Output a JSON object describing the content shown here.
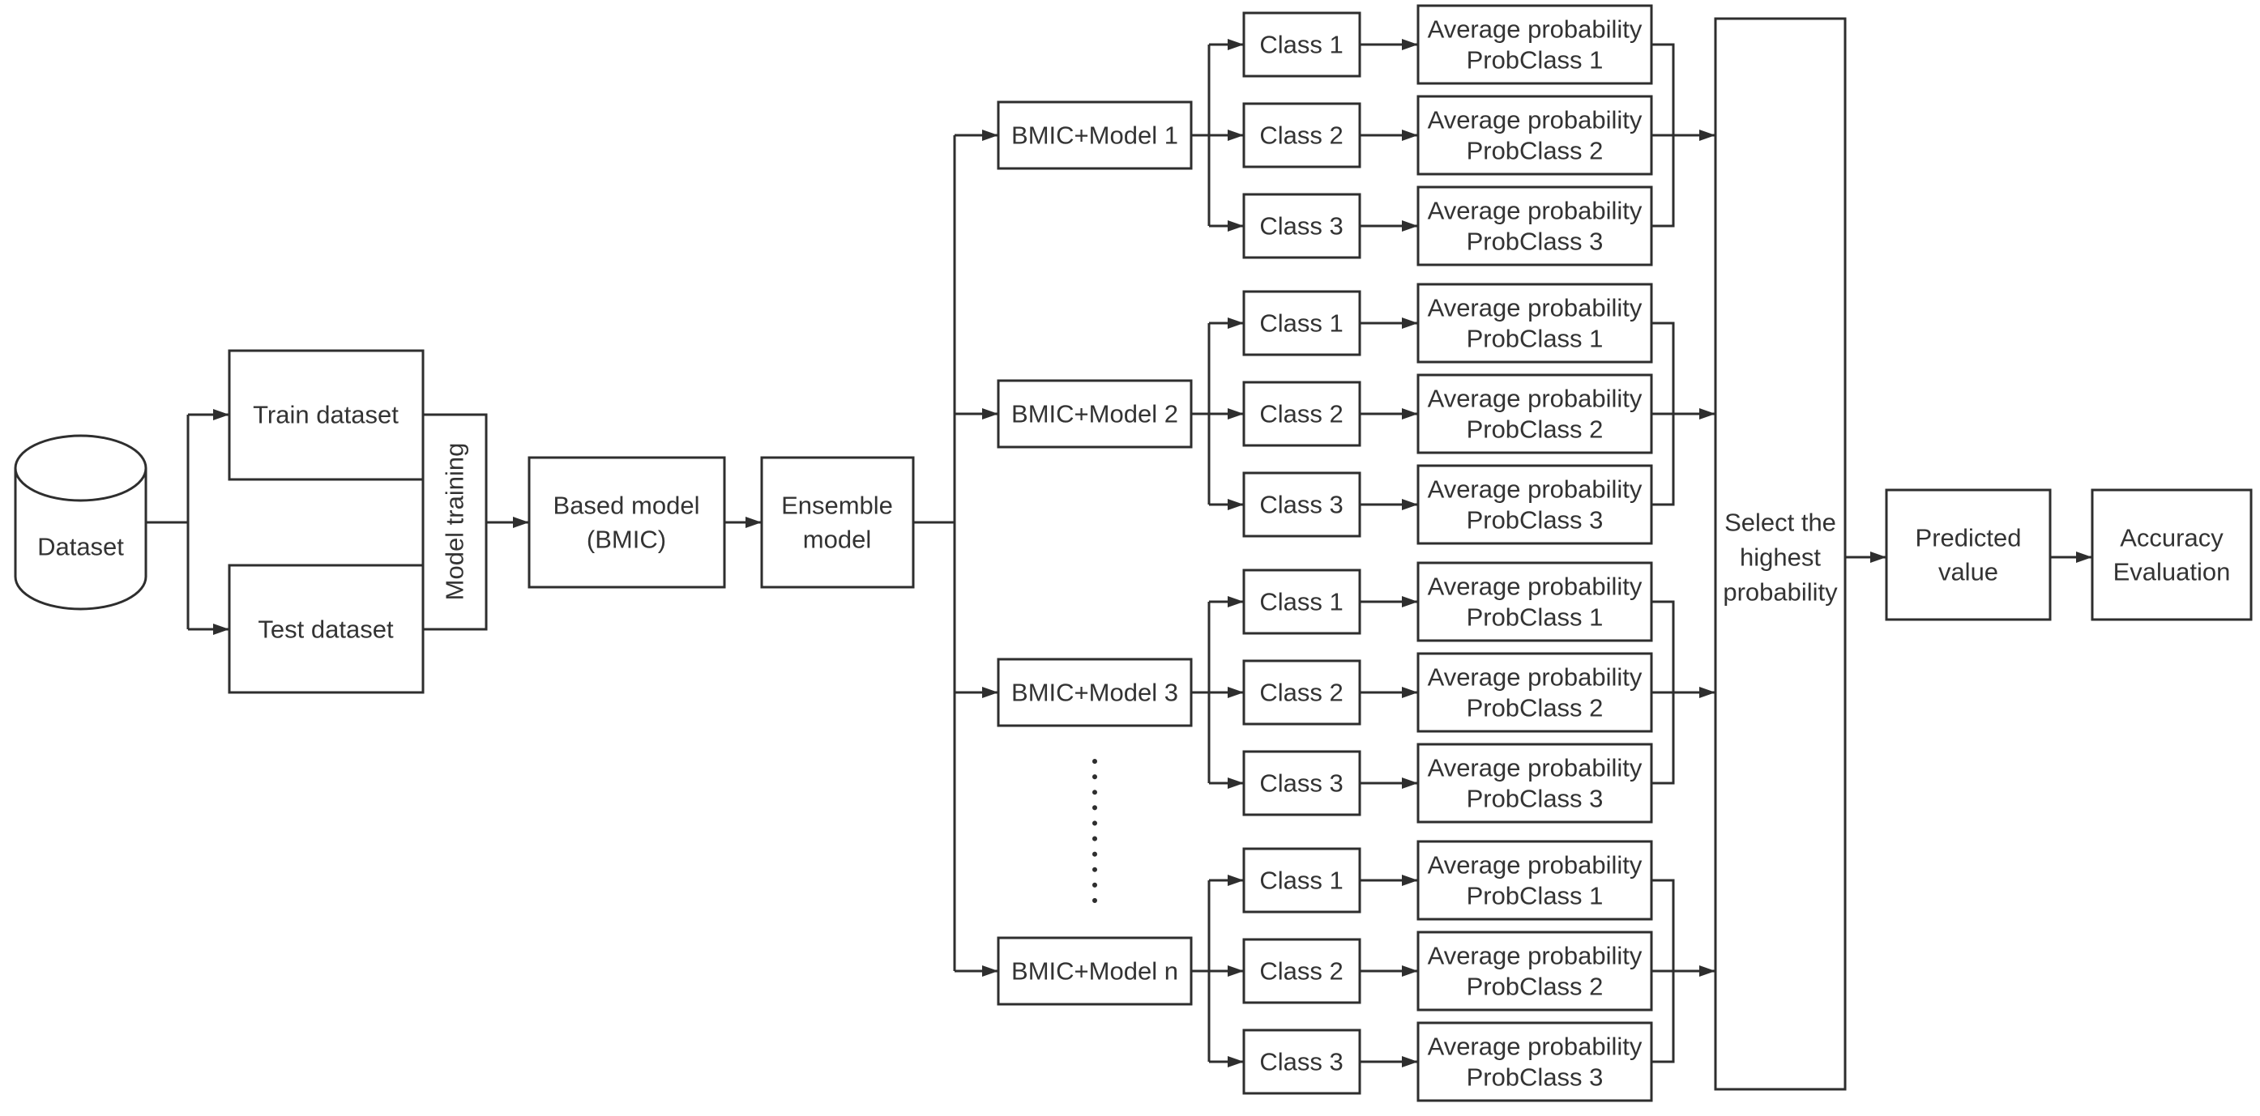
{
  "diagram": {
    "kind": "ensemble-model-flowchart",
    "colors": {
      "stroke": "#2e2e2e",
      "text": "#333333",
      "background": "#ffffff"
    },
    "nodes": {
      "dataset": "Dataset",
      "train": "Train dataset",
      "test": "Test dataset",
      "model_training": "Model training",
      "based_model": [
        "Based model",
        "(BMIC)"
      ],
      "ensemble": [
        "Ensemble",
        "model"
      ],
      "select": [
        "Select the",
        "highest",
        "probability"
      ],
      "predicted": [
        "Predicted",
        "value"
      ],
      "accuracy": [
        "Accuracy",
        "Evaluation"
      ]
    },
    "groups": [
      {
        "model": "BMIC+Model 1",
        "classes": [
          "Class 1",
          "Class 2",
          "Class 3"
        ],
        "probs": [
          [
            "Average probability",
            "ProbClass 1"
          ],
          [
            "Average probability",
            "ProbClass 2"
          ],
          [
            "Average probability",
            "ProbClass 3"
          ]
        ]
      },
      {
        "model": "BMIC+Model 2",
        "classes": [
          "Class 1",
          "Class 2",
          "Class 3"
        ],
        "probs": [
          [
            "Average probability",
            "ProbClass 1"
          ],
          [
            "Average probability",
            "ProbClass 2"
          ],
          [
            "Average probability",
            "ProbClass 3"
          ]
        ]
      },
      {
        "model": "BMIC+Model 3",
        "classes": [
          "Class 1",
          "Class 2",
          "Class 3"
        ],
        "probs": [
          [
            "Average probability",
            "ProbClass 1"
          ],
          [
            "Average probability",
            "ProbClass 2"
          ],
          [
            "Average probability",
            "ProbClass 3"
          ]
        ]
      },
      {
        "model": "BMIC+Model n",
        "classes": [
          "Class 1",
          "Class 2",
          "Class 3"
        ],
        "probs": [
          [
            "Average probability",
            "ProbClass 1"
          ],
          [
            "Average probability",
            "ProbClass 2"
          ],
          [
            "Average probability",
            "ProbClass 3"
          ]
        ]
      }
    ]
  }
}
